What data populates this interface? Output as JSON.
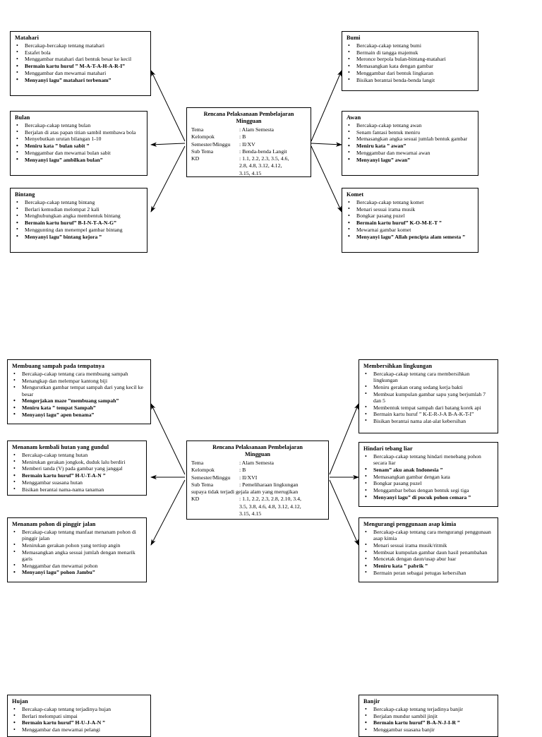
{
  "document": {
    "title": "Rencana Pelaksanaan Pembelajaran Mingguan - Alam Semesta",
    "page_background": "#ffffff",
    "ink_color": "#000000"
  },
  "maps": [
    {
      "id": "map-benda-benda-langit",
      "center": {
        "heading_line1": "Rencana Pelaksanaan Pembelajaran",
        "heading_line2": "Mingguan",
        "rows": [
          {
            "key": "Tema",
            "value": ": Alam Semesta"
          },
          {
            "key": "Kelompok",
            "value": ": B"
          },
          {
            "key": "Semester/Minggu",
            "value": ": II/XV"
          },
          {
            "key": "Sub Tema",
            "value": ": Benda-benda Langit"
          },
          {
            "key": "KD",
            "value": ": 1.1, 2.2, 2.3, 3.5, 4.6,"
          }
        ],
        "kd_continuation": [
          "2.8, 4.8, 3.12, 4.12,",
          "3.15, 4.15"
        ]
      },
      "nodes": [
        {
          "id": "matahari",
          "title": "Matahari",
          "items": [
            {
              "text": "Bercakap-bercakap tentang matahari",
              "bold": false
            },
            {
              "text": "Estafet bola",
              "bold": false
            },
            {
              "text": "Menggambar matahari dari bentuk  besar ke kecil",
              "bold": false
            },
            {
              "text": "Bermain kartu huruf ” M-A-T-A-H-A-R-I”",
              "bold": true
            },
            {
              "text": "Menggambar dan mewarnai matahari",
              "bold": false
            },
            {
              "text": "Menyanyi lagu” matahari terbenam”",
              "bold": true
            }
          ]
        },
        {
          "id": "bulan",
          "title": "Bulan",
          "items": [
            {
              "text": "Bercakap-cakap tentang bulan",
              "bold": false
            },
            {
              "text": "Berjalan di atas papan titian sambil membawa bola",
              "bold": false
            },
            {
              "text": "Menyebutkan urutan bilangan 1-10",
              "bold": false
            },
            {
              "text": "Meniru kata ” bulan sabit ”",
              "bold": true
            },
            {
              "text": "Menggambar dan mewarnai bulan sabit",
              "bold": false
            },
            {
              "text": "Menyanyi lagu” ambilkan bulan”",
              "bold": true
            }
          ]
        },
        {
          "id": "bintang",
          "title": "Bintang",
          "items": [
            {
              "text": "Bercakap-cakap tentang bintang",
              "bold": false
            },
            {
              "text": "Berlari kemudian melompat 2 kali",
              "bold": false
            },
            {
              "text": "Menghubungkan angka membentuk bintang",
              "bold": false
            },
            {
              "text": "Bermain kartu huruf” B-I-N-T-A-N-G”",
              "bold": true
            },
            {
              "text": "Menggunting dan menempel gambar bintang",
              "bold": false
            },
            {
              "text": "Menyanyi lagu” bintang kejora ”",
              "bold": true
            }
          ]
        },
        {
          "id": "bumi",
          "title": "Bumi",
          "items": [
            {
              "text": "Bercakap-cakap tentang bumi",
              "bold": false
            },
            {
              "text": "Bermain di tangga majemuk",
              "bold": false
            },
            {
              "text": "Meronce berpola bulan-bintang-matahari",
              "bold": false
            },
            {
              "text": "Memasangkan kata dengan gambar",
              "bold": false
            },
            {
              "text": "Menggambar dari bentuk lingkaran",
              "bold": false
            },
            {
              "text": "Bisikan berantai benda-benda langit",
              "bold": false
            }
          ]
        },
        {
          "id": "awan",
          "title": "Awan",
          "items": [
            {
              "text": "Bercakap-cakap tentang awan",
              "bold": false
            },
            {
              "text": "Senam fantasi bentuk meniru",
              "bold": false
            },
            {
              "text": "Memasangkan angka sesuai jumlah bentuk gambar",
              "bold": false
            },
            {
              "text": "Meniru kata ” awan”",
              "bold": true
            },
            {
              "text": "Menggambar dan mewarnai awan",
              "bold": false
            },
            {
              "text": "Menyanyi lagu” awan”",
              "bold": true
            }
          ]
        },
        {
          "id": "komet",
          "title": "Komet",
          "items": [
            {
              "text": "Bercakap-cakap tentang komet",
              "bold": false
            },
            {
              "text": "Menari sesuai irama musik",
              "bold": false
            },
            {
              "text": "Bongkar pasang puzel",
              "bold": false
            },
            {
              "text": "Bermain kartu huruf” K-O-M-E-T ”",
              "bold": true
            },
            {
              "text": "Mewarnai gambar komet",
              "bold": false
            },
            {
              "text": "Menyanyi lagu” Allah pencipta alam semesta ”",
              "bold": true
            }
          ]
        }
      ]
    },
    {
      "id": "map-pemeliharaan-lingkungan",
      "center": {
        "heading_line1": "Rencana Pelaksanaan Pembelajaran",
        "heading_line2": "Mingguan",
        "rows": [
          {
            "key": "Tema",
            "value": ": Alam Semesta"
          },
          {
            "key": "Kelompok",
            "value": ": B"
          },
          {
            "key": "Semester/Minggu",
            "value": ": II/XVI"
          },
          {
            "key": "Sub Tema",
            "value": ": Pemeliharaan lingkungan"
          }
        ],
        "subtema_continuation": "supaya tidak terjadi gejala alam yang merugikan",
        "kd_row": {
          "key": "KD",
          "value": ": 1.1, 2.2, 2.3, 2.8, 2.10, 3.4,"
        },
        "kd_continuation": [
          "3.5, 3.8, 4.6, 4.8, 3.12, 4.12,",
          "3.15, 4.15"
        ]
      },
      "nodes": [
        {
          "id": "membuang-sampah",
          "title": "Membuang sampah pada tempatnya",
          "items": [
            {
              "text": "Bercakap-cakap tentang cara membuang sampah",
              "bold": false
            },
            {
              "text": "Menangkap dan melempar kantong biji",
              "bold": false
            },
            {
              "text": "Mengurutkan gambar tempat sampah dari yang kecil ke besar",
              "bold": false
            },
            {
              "text": "Mengerjakan maze ”membuang sampah”",
              "bold": true
            },
            {
              "text": "Meniru kata ” tempat Sampah”",
              "bold": true
            },
            {
              "text": "Menyanyi lagu” apen benama”",
              "bold": true
            }
          ]
        },
        {
          "id": "menanam-kembali-hutan",
          "title": "Menanam kembali hutan yang gundul",
          "items": [
            {
              "text": "Bercakap-cakap tentang hutan",
              "bold": false
            },
            {
              "text": "Menirukan gerakan jongkok, duduk lalu berdiri",
              "bold": false
            },
            {
              "text": "Memberi tanda (V) pada gambar yang janggal",
              "bold": false
            },
            {
              "text": "Bermain kartu huruf” H-U-T-A-N ”",
              "bold": true
            },
            {
              "text": "Menggambar suasana hutan",
              "bold": false
            },
            {
              "text": "Bisikan berantai nama-nama tanaman",
              "bold": false
            }
          ]
        },
        {
          "id": "menanam-pohon-pinggir-jalan",
          "title": "Menanam pohon di pinggir jalan",
          "items": [
            {
              "text": "Bercakap-cakap tentang manfaat menanam pohon  di pinggir jalan",
              "bold": false
            },
            {
              "text": "Menirukan gerakan pohon yang tertiup angin",
              "bold": false
            },
            {
              "text": "Memasangkan angka sesuai jumlah dengan menarik garis",
              "bold": false
            },
            {
              "text": "Menggambar dan mewarnai pohon",
              "bold": false
            },
            {
              "text": "Menyanyi lagu” pohon Jambu”",
              "bold": true
            }
          ]
        },
        {
          "id": "membersihkan-lingkungan",
          "title": "Membersihkan lingkungan",
          "items": [
            {
              "text": "Bercakap-cakap tentang cara membersihkan lingkungan",
              "bold": false
            },
            {
              "text": "Meniru gerakan orang sedang kerja bakti",
              "bold": false
            },
            {
              "text": "Membuat kumpulan gambar sapu yang berjumlah 7 dan 5",
              "bold": false
            },
            {
              "text": "Membentuk tempat sampah dari batang korek api",
              "bold": false
            },
            {
              "text": "Bermain kartu huruf ” K-E-R-J-A B-A-K-T-I”",
              "bold": false
            },
            {
              "text": "Bisikan berantai nama alat-alat kebersihan",
              "bold": false
            }
          ]
        },
        {
          "id": "hindari-tebang-liar",
          "title": "Hindari tebang liar",
          "items": [
            {
              "text": "Bercakap-cakap tentang hindari menebang pohon secara liar",
              "bold": false
            },
            {
              "text": "Senam” aku anak Indonesia ”",
              "bold": true
            },
            {
              "text": "Memasangkan gambar dengan kata",
              "bold": false
            },
            {
              "text": "Bongkar pasang puzel",
              "bold": false
            },
            {
              "text": "Menggambar bebas dengan bentuk segi tiga",
              "bold": false
            },
            {
              "text": "Menyanyi lagu” di pucuk pohon cemara ”",
              "bold": true
            }
          ]
        },
        {
          "id": "mengurangi-asap-kimia",
          "title": "Mengurangi penggunaan asap kimia",
          "items": [
            {
              "text": "Bercakap-cakap tentang cara mengurangi penggunaan asap kimia",
              "bold": false
            },
            {
              "text": "Menari sesuai irama musik/ritmik",
              "bold": false
            },
            {
              "text": "Membuat kumpulan gambar daun hasil penambahan",
              "bold": false
            },
            {
              "text": "Mencetak dengan daun/usap abur luar",
              "bold": false
            },
            {
              "text": "Meniru kata ” pabrik ”",
              "bold": true
            },
            {
              "text": "Bermain peran sebagai petugas kebersihan",
              "bold": false
            }
          ]
        }
      ]
    },
    {
      "id": "map-gejala-alam-partial",
      "nodes": [
        {
          "id": "hujan",
          "title": "Hujan",
          "items": [
            {
              "text": "Bercakap-cakap tentang terjadinya hujan",
              "bold": false
            },
            {
              "text": "Berlari melompati simpai",
              "bold": false
            },
            {
              "text": "Bermain kartu huruf” H-U-J-A-N ”",
              "bold": true
            },
            {
              "text": "Menggambar dan mewarnai pelangi",
              "bold": false
            }
          ]
        },
        {
          "id": "banjir",
          "title": "Banjir",
          "items": [
            {
              "text": "Bercakap-cakap tentang terjadinya banjir",
              "bold": false
            },
            {
              "text": "Berjalan mundur sambil jinjit",
              "bold": false
            },
            {
              "text": "Bermain kartu huruf” B-A-N-J-I-R ”",
              "bold": true
            },
            {
              "text": "Menggambar suasana banjir",
              "bold": false
            }
          ]
        }
      ]
    }
  ]
}
